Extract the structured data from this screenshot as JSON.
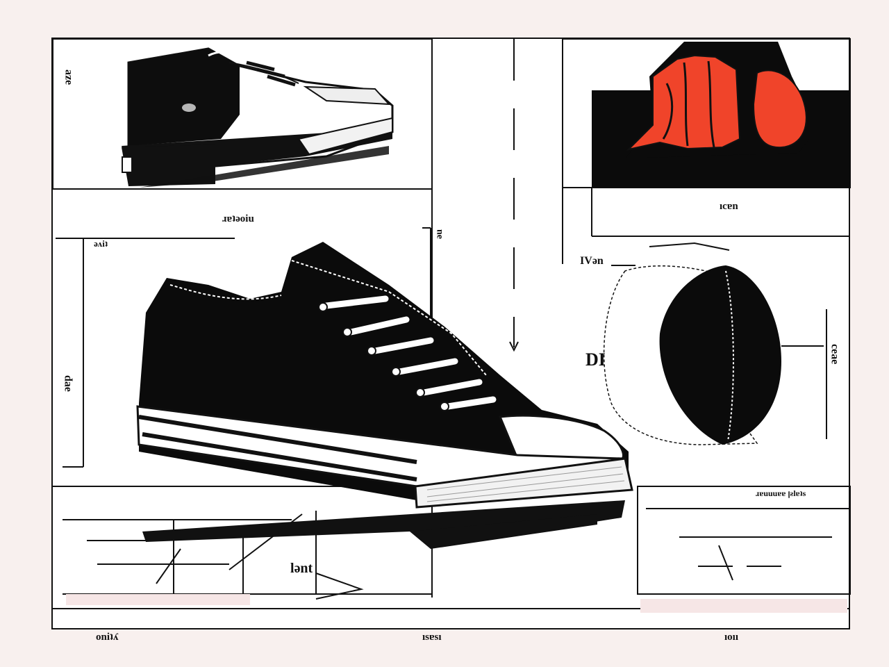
{
  "colors": {
    "background": "#f8f0ee",
    "ink": "#111111",
    "paper": "#ffffff",
    "accent_red": "#f0442a",
    "pink_tint": "#f6e6e6"
  },
  "labels": {
    "top_left_vertical": "ǝzɐ",
    "panel_left_top": "ɹɐʇǝoiu",
    "left_upper_small": "ǝʌiʇ",
    "left_vertical_mid": "ǝɐp",
    "center_vertical": "ǝu",
    "right_icon": "ıcɐn",
    "right_mid_small": "IVǝn",
    "right_big": "DI",
    "right_vertical": "ǝɐǝɔ",
    "bottom_right_caption": "ɹɐuuuɐɐ ꞁƨlɐʇs",
    "bottom_center_handwritten": "lǝnt",
    "footer_left": "oniʇʎ",
    "footer_center": "ısɐsı",
    "footer_right": "ıoıı"
  },
  "icons": [
    "sneaker-side-icon",
    "sneaker-hero-icon",
    "red-fabric-icon",
    "toe-cap-icon"
  ]
}
